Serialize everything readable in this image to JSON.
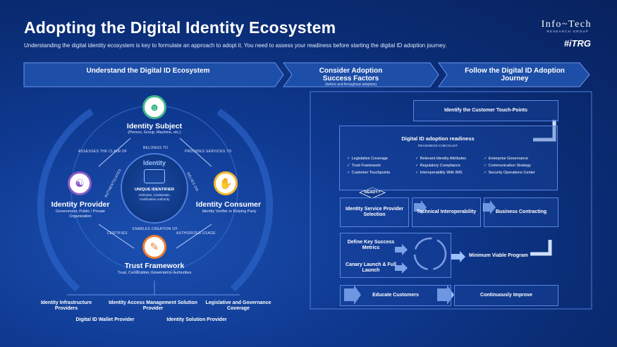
{
  "header": {
    "title": "Adopting the Digital Identity Ecosystem",
    "subtitle": "Understanding the digital identity ecosystem is key to formulate an approach to adopt it. You need to assess your readiness before starting the digital ID adoption journey.",
    "brand": "Info~Tech",
    "brand_sub": "RESEARCH GROUP",
    "brand_badge": "#iTRG"
  },
  "bands": [
    {
      "label": "Understand the Digital ID Ecosystem"
    },
    {
      "label": "Consider Adoption Success Factors",
      "note": "(before and throughout adoption)"
    },
    {
      "label": "Follow the Digital ID Adoption Journey"
    }
  ],
  "ecosystem": {
    "center": {
      "title": "Identity",
      "id_label": "UNIQUE IDENTIFIER",
      "id_sub": "Attributes, Credentials, Certification Authority"
    },
    "subject": {
      "title": "Identity Subject",
      "sub": "(Person, Group, Machine, etc.)",
      "icon": "person-icon"
    },
    "provider": {
      "title": "Identity Provider",
      "sub": "Government, Public / Private Organization",
      "icon": "group-icon"
    },
    "consumer": {
      "title": "Identity Consumer",
      "sub": "Identity Verifier or Relying Party",
      "icon": "handshake-icon"
    },
    "framework": {
      "title": "Trust Framework",
      "sub": "Trust, Certification, Governance Authorities",
      "icon": "document-icon"
    },
    "edges": {
      "belongs_to": "BELONGS TO",
      "authenticates": "AUTHENTICATES",
      "relies_on": "RELIES ON",
      "enables_creation_of": "ENABLES CREATION OF",
      "assesses": "ASSESSES THE CLAIM OF",
      "provides_services": "PROVIDES SERVICES TO",
      "certifies": "CERTIFIES",
      "authorizes": "AUTHORIZES USAGE"
    },
    "bottom_items": [
      "Identity Infrastructure Providers",
      "Identity Access Management Solution Provider",
      "Legislative and Governance Coverage",
      "Digital ID Wallet Provider",
      "Identity Solution Provider"
    ]
  },
  "journey": {
    "touchpoints": "Identify the Customer Touch-Points",
    "readiness_title": "Digital ID adoption readiness",
    "readiness_sub": "READINESS CHECKLIST",
    "checklist": [
      "Legislative Coverage",
      "Relevant Identity Attributes",
      "Enterprise Governance",
      "Trust Framework",
      "Regulatory Compliance",
      "Communication Strategy",
      "Customer Touchpoints",
      "Interoperability With IMS",
      "Security Operations Center"
    ],
    "ready": "READY?",
    "row1": [
      "Identity Service Provider Selection",
      "Technical Interoperability",
      "Business Contracting"
    ],
    "metrics": "Define Key Success Metrics",
    "canary": "Canary Launch & Full Launch",
    "mvp": "Minimum Viable Program",
    "educate": "Educate Customers",
    "improve": "Continuously Improve"
  },
  "colors": {
    "background": "#0a2b72",
    "subject": "#3fb88a",
    "provider": "#8a5cc8",
    "consumer": "#f2b82e",
    "framework": "#ef7d2f",
    "box_border": "#5b85df"
  }
}
